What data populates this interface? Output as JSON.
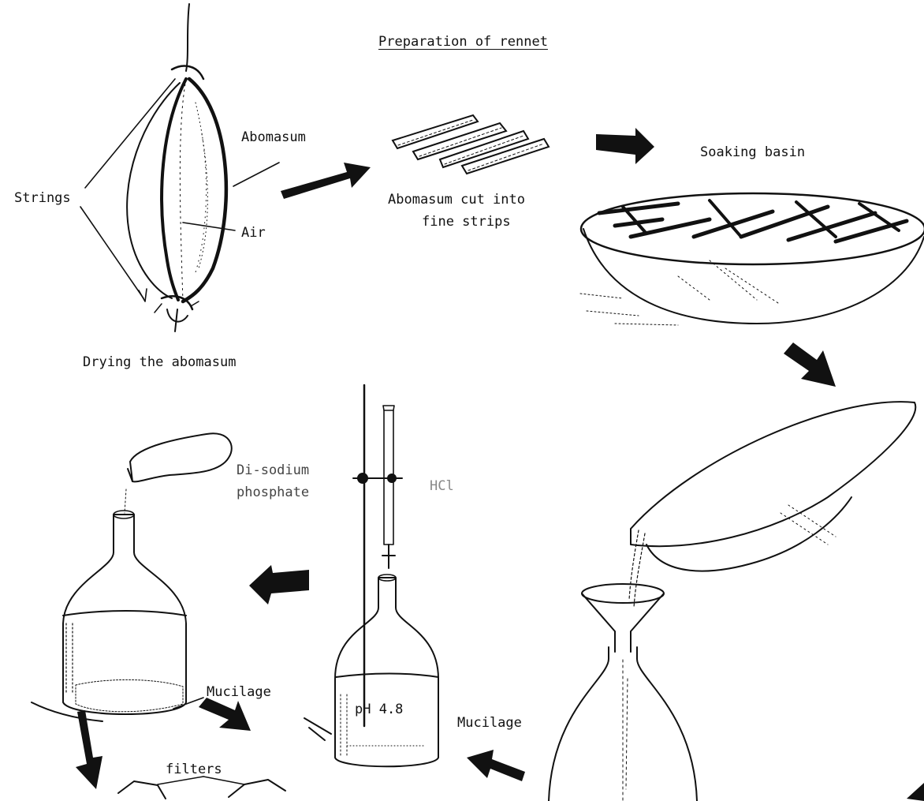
{
  "title": "Preparation of rennet",
  "labels": {
    "abomasum": "Abomasum",
    "strings": "Strings",
    "air": "Air",
    "drying": "Drying the abomasum",
    "cut_line1": "Abomasum cut into",
    "cut_line2": "fine strips",
    "soaking": "Soaking basin",
    "disodium_line1": "Di-sodium",
    "disodium_line2": "phosphate",
    "hcl": "HCl",
    "ph": "pH 4.8",
    "mucilage_left": "Mucilage",
    "mucilage_right": "Mucilage",
    "filters": "filters"
  }
}
